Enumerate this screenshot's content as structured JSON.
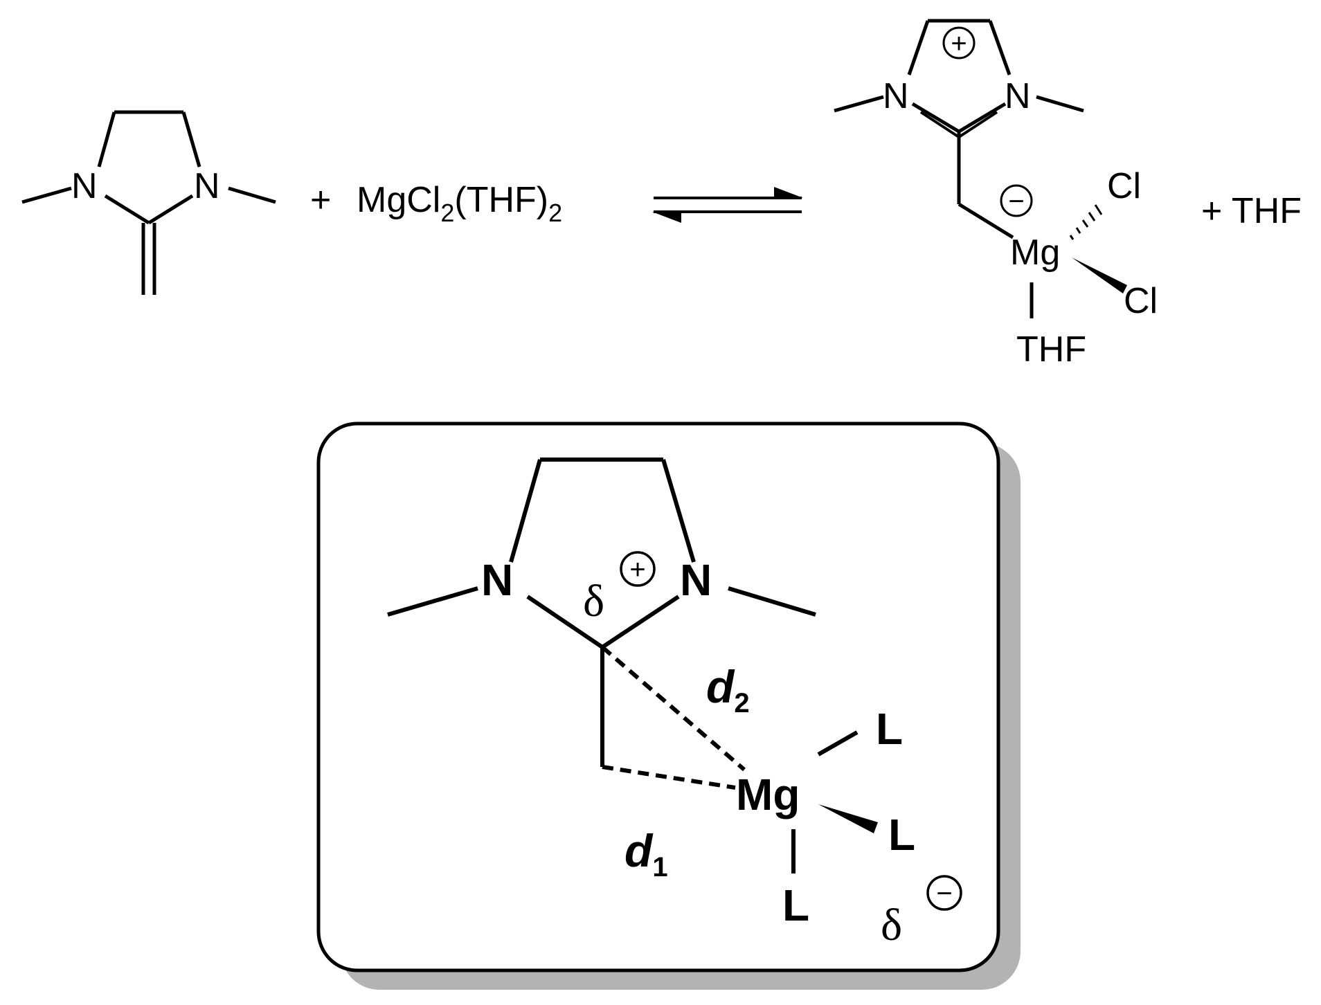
{
  "reaction": {
    "reactant_atoms": {
      "n_left": "N",
      "n_right": "N"
    },
    "plus_1": "+",
    "reagent": {
      "base": "MgCl",
      "sub1": "2",
      "mid": "(THF)",
      "sub2": "2"
    },
    "product_atoms": {
      "n_left": "N",
      "n_right": "N",
      "plus_charge": "+",
      "minus_charge": "−",
      "mg": "Mg",
      "cl_top": "Cl",
      "cl_bottom": "Cl",
      "thf": "THF"
    },
    "byproduct": "+ THF"
  },
  "inset": {
    "n_left": "N",
    "n_right": "N",
    "delta_plus": {
      "symbol": "δ",
      "charge": "+"
    },
    "d2": {
      "letter": "d",
      "sub": "2"
    },
    "d1": {
      "letter": "d",
      "sub": "1"
    },
    "mg": "Mg",
    "ligand_top": "L",
    "ligand_right": "L",
    "ligand_bottom": "L",
    "delta_minus": {
      "symbol": "δ",
      "charge": "−"
    }
  }
}
